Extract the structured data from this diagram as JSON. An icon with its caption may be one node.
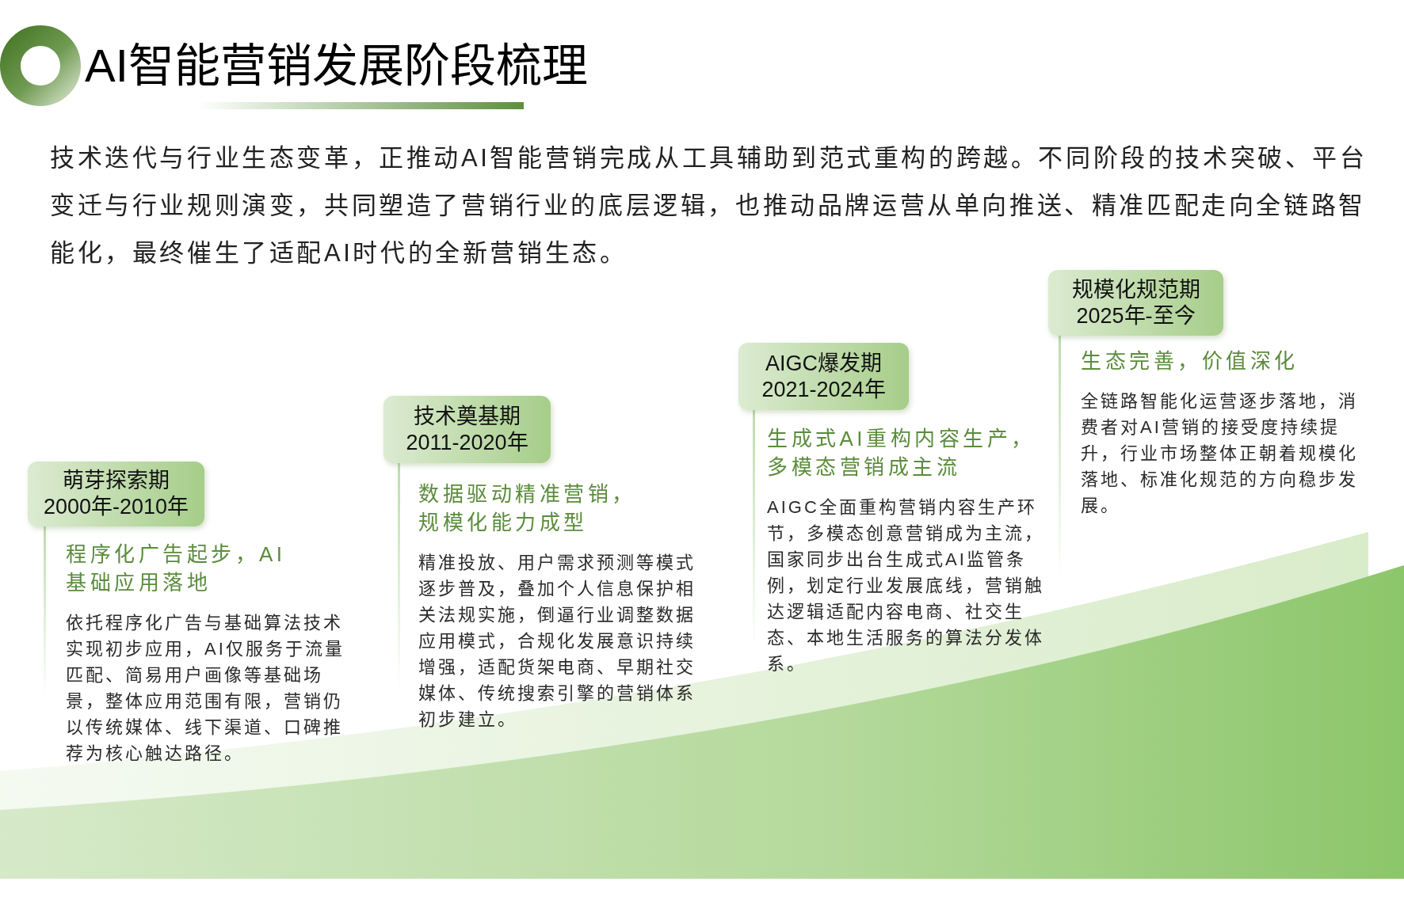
{
  "diagram": {
    "title": "AI智能营销发展阶段梳理",
    "nodes": [
      {
        "text": [
          "萌芽探索期",
          "2000年-2010年"
        ],
        "beside": [
          "程序化广告起步，AI基础应用落地",
          "依托程序化广告与基础算法技术实现初步应用，AI仅服务于流量匹配、简易用户画像等基础场景，整体应用范围有限，营销仍以传统媒体、线下渠道、口碑推荐为核心触达路径。"
        ]
      },
      {
        "text": [
          "技术奠基期",
          "2011-2020年"
        ],
        "beside": [
          "数据驱动精准营销，规模化能力成型",
          "精准投放、用户需求预测等模式逐步普及，叠加个人信息保护相关法规实施，倒逼行业调整数据应用模式，合规化发展意识持续增强，适配货架电商、早期社交媒体、传统搜索引擎的营销体系初步建立。"
        ]
      },
      {
        "text": [
          "AIGC爆发期",
          "2021-2024年"
        ],
        "beside": [
          "生成式AI重构内容生产，多模态营销成主流",
          "AIGC全面重构营销内容生产环节，多模态创意营销成为主流，国家同步出台生成式AI监管条例，划定行业发展底线，营销触达逻辑适配内容电商、社交生态、本地生活服务的算法分发体系。"
        ]
      },
      {
        "text": [
          "规模化规范期",
          "2025年-至今"
        ],
        "beside": [
          "生态完善，价值深化",
          "全链路智能化运营逐步落地，消费者对AI营销的接受度持续提升，行业市场整体正朝着规模化落地、标准化规范的方向稳步发展。"
        ]
      }
    ],
    "labels": [
      "技术迭代与行业生态变革，正推动AI智能营销完成从工具辅助到范式重构的跨越。不同阶段的技术突破、平台变迁与行业规则演变，共同塑造了营销行业的底层逻辑，也推动品牌运营从单向推送、精准匹配走向全链路智能化，最终催生了适配AI时代的全新营销生态。"
    ]
  }
}
